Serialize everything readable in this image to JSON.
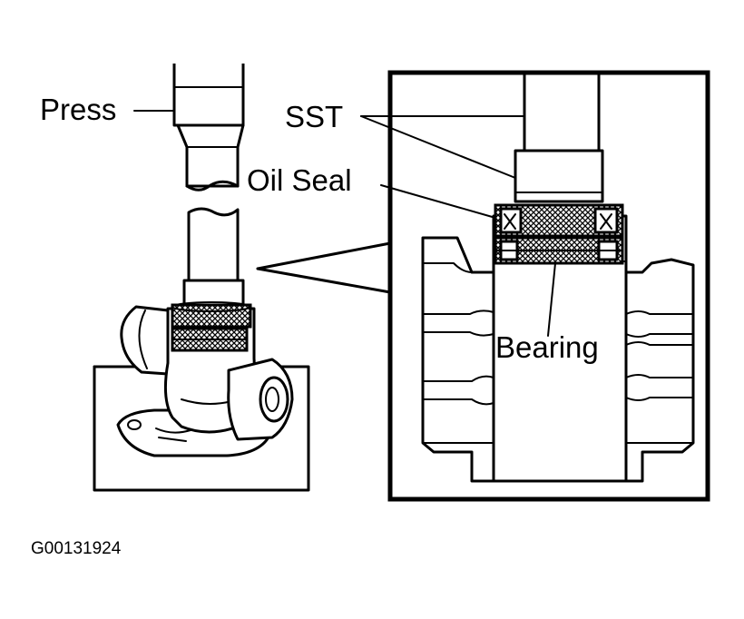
{
  "labels": {
    "press": "Press",
    "sst": "SST",
    "oil_seal": "Oil Seal",
    "bearing": "Bearing"
  },
  "figure_code": "G00131924"
}
